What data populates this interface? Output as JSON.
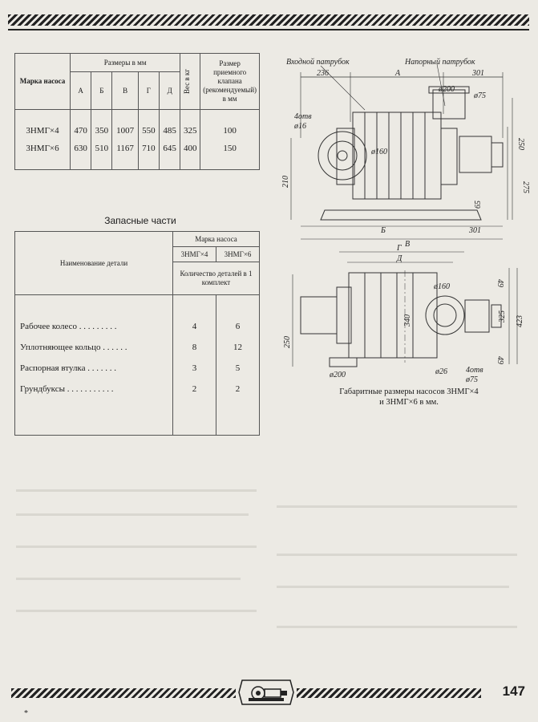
{
  "table1": {
    "headers": {
      "brand": "Марка насоса",
      "sizes": "Размеры в мм",
      "weight": "Вес в кг",
      "valve": "Размер приемного клапана (рекомендуемый) в мм"
    },
    "dim_cols": [
      "А",
      "Б",
      "В",
      "Г",
      "Д"
    ],
    "rows": [
      {
        "brand": "3НМГ×4",
        "a": "470",
        "b": "350",
        "v": "1007",
        "g": "550",
        "d": "485",
        "weight": "325",
        "valve": "100"
      },
      {
        "brand": "3НМГ×6",
        "a": "630",
        "b": "510",
        "v": "1167",
        "g": "710",
        "d": "645",
        "weight": "400",
        "valve": "150"
      }
    ]
  },
  "table2": {
    "title": "Запасные части",
    "name_header": "Наименование детали",
    "brand_header": "Марка насоса",
    "brands": [
      "3НМГ×4",
      "3НМГ×6"
    ],
    "qty_header": "Количество деталей в 1 комплект",
    "rows": [
      {
        "name": "Рабочее колесо . . . . . . . . .",
        "q1": "4",
        "q2": "6"
      },
      {
        "name": "Уплотняющее кольцо . . . . . .",
        "q1": "8",
        "q2": "12"
      },
      {
        "name": "Распорная втулка . . . . . . .",
        "q1": "3",
        "q2": "5"
      },
      {
        "name": "Грундбуксы . . . . . . . . . . .",
        "q1": "2",
        "q2": "2"
      }
    ]
  },
  "drawing": {
    "inlet": "Входной патрубок",
    "outlet": "Напорный патрубок",
    "d236": "236",
    "dA": "А",
    "d301": "301",
    "phi200": "ø200",
    "phi75": "ø75",
    "holes": "4отв",
    "phi16": "ø16",
    "phi160": "ø160",
    "d250": "250",
    "d275": "275",
    "d210": "210",
    "d65": "65",
    "dB": "Б",
    "d301b": "301",
    "dV": "В",
    "dG": "Г",
    "dD": "Д",
    "d49": "49",
    "phi160b": "ø160",
    "d340": "340",
    "d325": "325",
    "d423": "423",
    "d250b": "250",
    "d49b": "49",
    "phi200b": "ø200",
    "phi26": "ø26",
    "holes2": "4отв",
    "phi75b": "ø75"
  },
  "caption": {
    "line1": "Габаритные размеры насосов 3НМГ×4",
    "line2": "и 3НМГ×6 в мм."
  },
  "page_number": "147"
}
